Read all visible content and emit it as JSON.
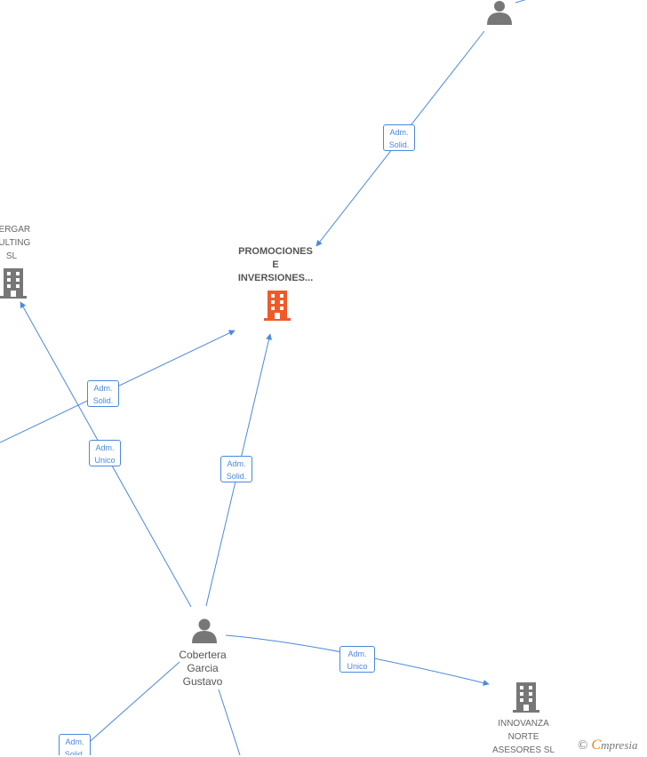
{
  "colors": {
    "edge": "#4a89dc",
    "company_main": "#f05a28",
    "company": "#777777",
    "person": "#777777"
  },
  "nodes": {
    "top_person": {
      "icon": "person-icon"
    },
    "main_company": {
      "icon": "building-icon",
      "label_lines": [
        "PROMOCIONES",
        "E",
        "INVERSIONES..."
      ]
    },
    "left_company": {
      "icon": "building-icon",
      "label_lines": [
        "BERGAR",
        "SULTING",
        "SL"
      ]
    },
    "cobertera": {
      "icon": "person-icon",
      "label_lines": [
        "Cobertera",
        "Garcia",
        "Gustavo"
      ]
    },
    "innovanza": {
      "icon": "building-icon",
      "label_lines": [
        "INNOVANZA",
        "NORTE",
        "ASESORES SL"
      ]
    }
  },
  "edges": [
    {
      "id": "top-to-main",
      "lines": [
        "Adm.",
        "Solid."
      ]
    },
    {
      "id": "left-to-main",
      "lines": [
        "Adm.",
        "Solid."
      ]
    },
    {
      "id": "cobertera-to-left",
      "lines": [
        "Adm.",
        "Unico"
      ]
    },
    {
      "id": "cobertera-to-main",
      "lines": [
        "Adm.",
        "Solid."
      ]
    },
    {
      "id": "cobertera-to-innovanza",
      "lines": [
        "Adm.",
        "Unico"
      ]
    },
    {
      "id": "cobertera-to-bottomleft",
      "lines": [
        "Adm.",
        "Solid."
      ]
    }
  ],
  "watermark": {
    "copyright": "©",
    "brand_initial": "C",
    "brand_rest": "mpresia"
  }
}
